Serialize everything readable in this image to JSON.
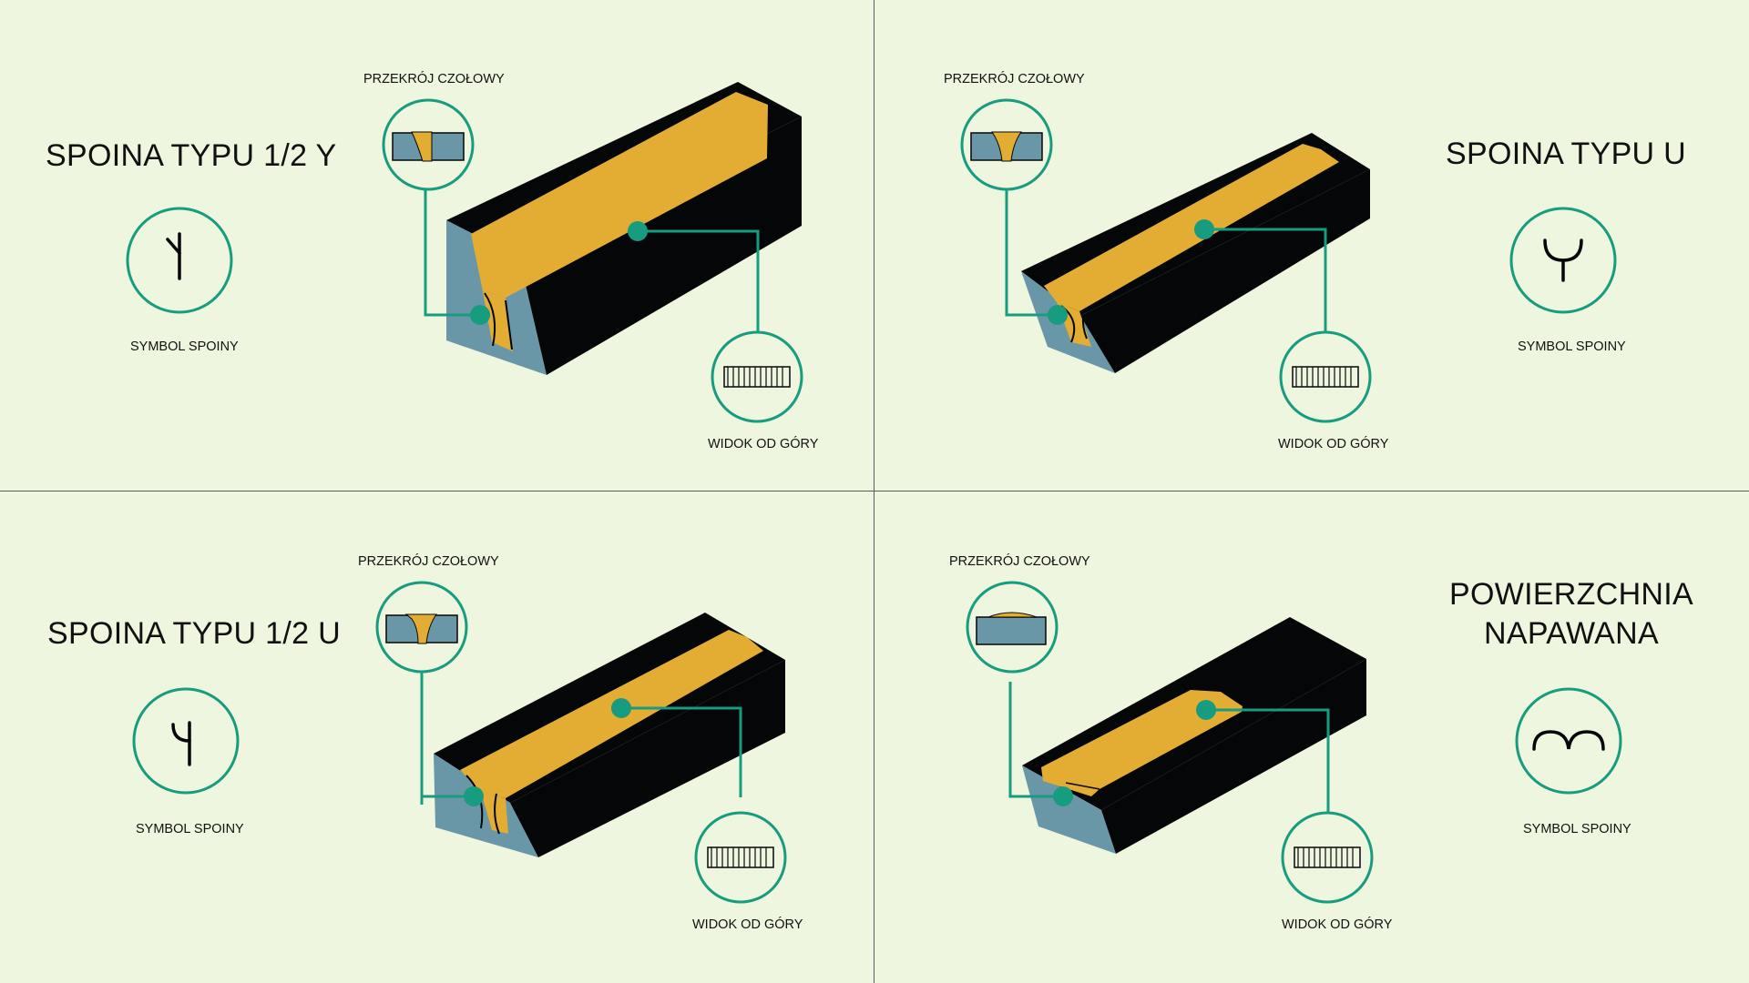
{
  "panels": [
    {
      "title": "SPOINA TYPU 1/2 Y",
      "cross_section_label": "PRZEKRÓJ CZOŁOWY",
      "symbol_label": "SYMBOL SPOINY",
      "top_view_label": "WIDOK OD GÓRY",
      "weld_symbol": "half-y-symbol"
    },
    {
      "title": "SPOINA TYPU U",
      "cross_section_label": "PRZEKRÓJ CZOŁOWY",
      "symbol_label": "SYMBOL SPOINY",
      "top_view_label": "WIDOK OD GÓRY",
      "weld_symbol": "u-symbol"
    },
    {
      "title": "SPOINA TYPU 1/2 U",
      "cross_section_label": "PRZEKRÓJ CZOŁOWY",
      "symbol_label": "SYMBOL SPOINY",
      "top_view_label": "WIDOK OD GÓRY",
      "weld_symbol": "half-u-symbol"
    },
    {
      "title": "POWIERZCHNIA\nNAPAWANA",
      "cross_section_label": "PRZEKRÓJ CZOŁOWY",
      "symbol_label": "SYMBOL SPOINY",
      "top_view_label": "WIDOK OD GÓRY",
      "weld_symbol": "surfacing-symbol"
    }
  ],
  "colors": {
    "background": "#eef6df",
    "accent": "#179c7f",
    "weld": "#e2ad32",
    "steel_face": "#6a97a8",
    "block": "#050608"
  }
}
